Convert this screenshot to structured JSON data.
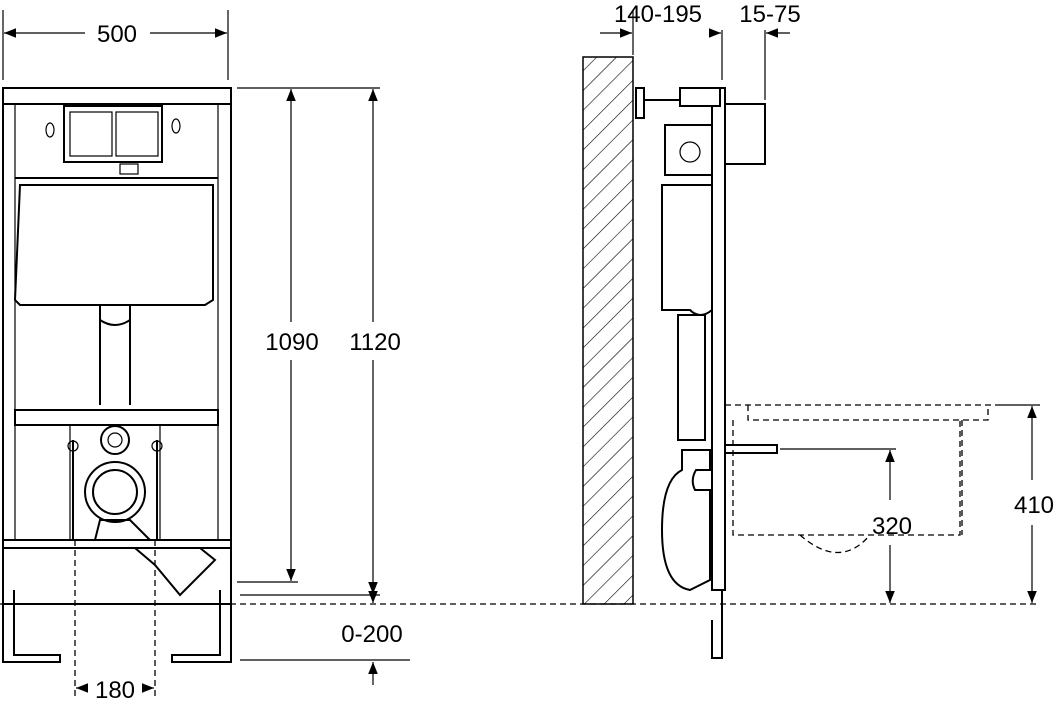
{
  "dimensions": {
    "frame_width": "500",
    "wall_distance": "140-195",
    "wall_finish": "15-75",
    "frame_height_inner": "1090",
    "frame_height_total": "1120",
    "outlet_height": "320",
    "bowl_height": "410",
    "leg_adjust": "0-200",
    "bolt_spacing": "180"
  },
  "colors": {
    "line": "#000000",
    "background": "#ffffff"
  }
}
